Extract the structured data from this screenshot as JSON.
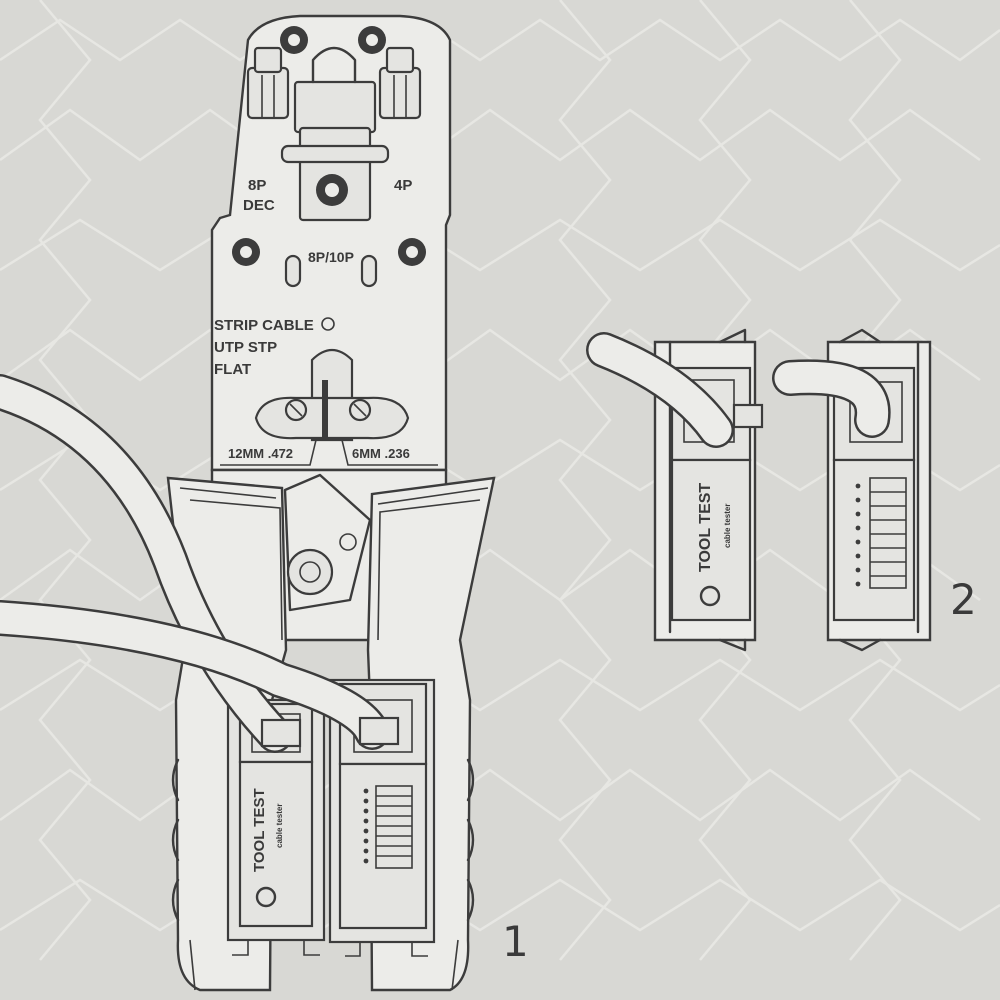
{
  "tool": {
    "die_labels": {
      "p8_dec": [
        "8P",
        "DEC"
      ],
      "p4": "4P",
      "p8_10": "8P/10P"
    },
    "strip_labels": [
      "STRIP CABLE",
      "UTP STP",
      "FLAT"
    ],
    "size_left": "12MM .472",
    "size_right": "6MM .236"
  },
  "tester": {
    "brand": "TOOL TEST",
    "subtitle": "cable tester"
  },
  "steps": {
    "one": "1",
    "two": "2"
  },
  "colors": {
    "background": "#d8d8d4",
    "line": "#3c3c3c",
    "face": "#ecece9"
  }
}
